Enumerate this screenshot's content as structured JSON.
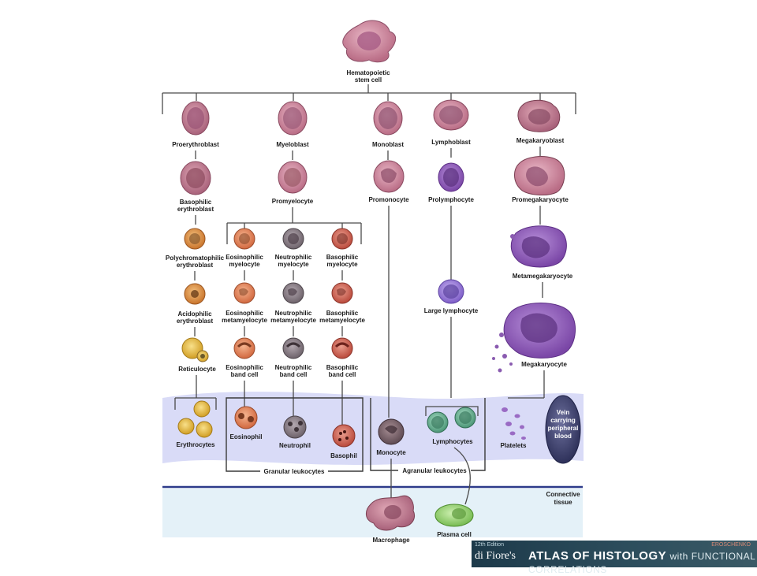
{
  "labels": {
    "stem_line1": "Hematopoietic",
    "stem_line2": "stem cell",
    "proerythroblast": "Proerythroblast",
    "basophilic_erythroblast_1": "Basophilic",
    "basophilic_erythroblast_2": "erythroblast",
    "polychromatophilic_1": "Polychromatophilic",
    "polychromatophilic_2": "erythroblast",
    "acidophilic_1": "Acidophilic",
    "acidophilic_2": "erythroblast",
    "reticulocyte": "Reticulocyte",
    "erythrocytes": "Erythrocytes",
    "myeloblast": "Myeloblast",
    "promyelocyte": "Promyelocyte",
    "eos_myelocyte_1": "Eosinophilic",
    "eos_myelocyte_2": "myelocyte",
    "neu_myelocyte_1": "Neutrophilic",
    "neu_myelocyte_2": "myelocyte",
    "bas_myelocyte_1": "Basophilic",
    "bas_myelocyte_2": "myelocyte",
    "eos_meta_1": "Eosinophilic",
    "eos_meta_2": "metamyelocyte",
    "neu_meta_1": "Neutrophilic",
    "neu_meta_2": "metamyelocyte",
    "bas_meta_1": "Basophilic",
    "bas_meta_2": "metamyelocyte",
    "eos_band_1": "Eosinophilic",
    "eos_band_2": "band cell",
    "neu_band_1": "Neutrophilic",
    "neu_band_2": "band cell",
    "bas_band_1": "Basophilic",
    "bas_band_2": "band cell",
    "eosinophil": "Eosinophil",
    "neutrophil": "Neutrophil",
    "basophil": "Basophil",
    "granular_leukocytes": "Granular leukocytes",
    "monoblast": "Monoblast",
    "promonocyte": "Promonocyte",
    "monocyte": "Monocyte",
    "macrophage": "Macrophage",
    "lymphoblast": "Lymphoblast",
    "prolymphocyte": "Prolymphocyte",
    "large_lymphocyte": "Large lymphocyte",
    "lymphocytes": "Lymphocytes",
    "agranular_leukocytes": "Agranular leukocytes",
    "plasma_cell": "Plasma cell",
    "megakaryoblast": "Megakaryoblast",
    "promegakaryocyte": "Promegakaryocyte",
    "metamegakaryocyte": "Metamegakaryocyte",
    "megakaryocyte": "Megakaryocyte",
    "platelets": "Platelets",
    "vein_1": "Vein",
    "vein_2": "carrying",
    "vein_3": "peripheral",
    "vein_4": "blood",
    "connective_1": "Connective",
    "connective_2": "tissue"
  },
  "footer": {
    "edition": "12th Edition",
    "publisher": "di Fiore's",
    "title": "ATLAS OF HISTOLOGY",
    "subtitle": "with FUNCTIONAL CORRELATIONS",
    "author": "EROSCHENKO"
  },
  "colors": {
    "blood_band": "#d9dbf7",
    "connective_band": "#e4f1f8",
    "divider": "#2d3a8a",
    "cell_pink": "#c87a93",
    "cell_rose": "#b86f84",
    "cell_orange": "#e08a3a",
    "cell_gray": "#7a6f77",
    "cell_red": "#d0604a",
    "cell_purple": "#8a5bb0",
    "cell_violet": "#8d6fd1",
    "cell_green": "#5fa78a",
    "cell_lime": "#8fcf6a",
    "erythrocyte": "#e3b536",
    "vein": "#3c3f6d"
  }
}
